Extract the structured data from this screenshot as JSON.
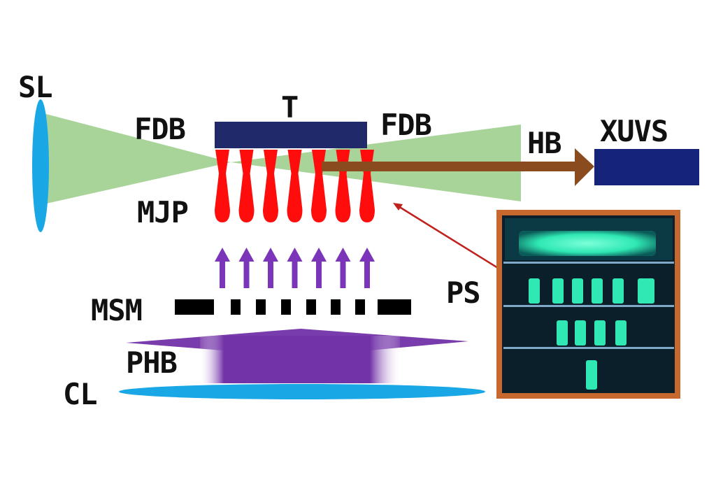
{
  "labels": {
    "sl": "SL",
    "t": "T",
    "fdb_left": "FDB",
    "fdb_right": "FDB",
    "hb": "HB",
    "xuvs": "XUVS",
    "mjp": "MJP",
    "msm": "MSM",
    "phb": "PHB",
    "cl": "CL",
    "ps": "PS"
  },
  "colors": {
    "lens": "#1aa7e6",
    "focused_beam": "#a8d49a",
    "target": "#202a6b",
    "jets": "#ff0d0d",
    "harmonic_beam": "#8a4b1f",
    "xuv_spectrometer": "#15237a",
    "pump_arrows": "#7a35b8",
    "mask": "#000000",
    "pump_beam": "#7232a8",
    "photo_frame": "#c7682e",
    "plasma_glow": "#2fe8b4"
  },
  "counts": {
    "jets": 7,
    "pump_arrows": 7,
    "mask_segments": 8
  }
}
